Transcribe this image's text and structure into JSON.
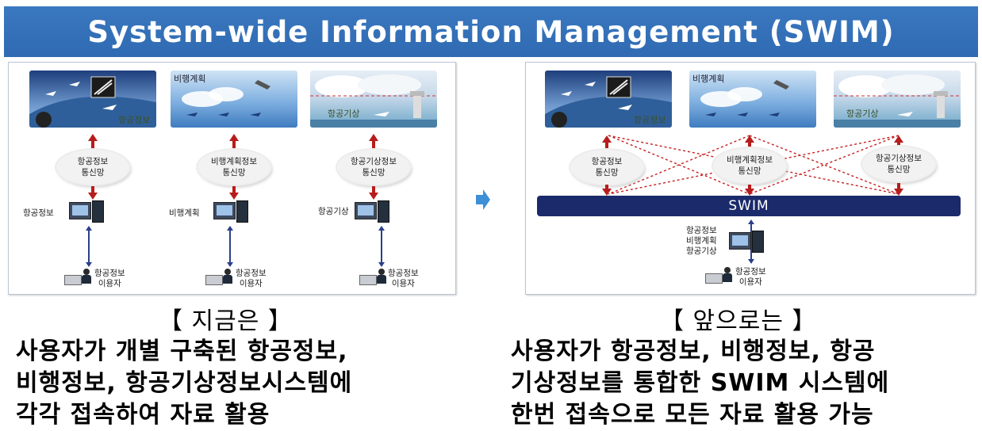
{
  "title": "System-wide Information Management (SWIM)",
  "left_panel": {
    "scenes": [
      {
        "label": "항공정보"
      },
      {
        "label": "비행계획"
      },
      {
        "label": "항공기상"
      }
    ],
    "clouds": [
      {
        "line1": "항공정보",
        "line2": "통신망"
      },
      {
        "line1": "비행계획정보",
        "line2": "통신망"
      },
      {
        "line1": "항공기상정보",
        "line2": "통신망"
      }
    ],
    "systems": [
      "항공정보",
      "비행계획",
      "항공기상"
    ],
    "users": [
      {
        "line1": "항공정보",
        "line2": "이용자"
      },
      {
        "line1": "항공정보",
        "line2": "이용자"
      },
      {
        "line1": "항공정보",
        "line2": "이용자"
      }
    ]
  },
  "right_panel": {
    "scenes": [
      {
        "label": "항공정보"
      },
      {
        "label": "비행계획"
      },
      {
        "label": "항공기상"
      }
    ],
    "clouds": [
      {
        "line1": "항공정보",
        "line2": "통신망"
      },
      {
        "line1": "비행계획정보",
        "line2": "통신망"
      },
      {
        "line1": "항공기상정보",
        "line2": "통신망"
      }
    ],
    "swim_label": "SWIM",
    "system_lines": [
      "항공정보",
      "비행계획",
      "항공기상"
    ],
    "user": {
      "line1": "항공정보",
      "line2": "이용자"
    }
  },
  "left_caption": "【 지금은 】",
  "right_caption": "【 앞으로는 】",
  "left_text": [
    "사용자가 개별 구축된 항공정보,",
    "비행정보, 항공기상정보시스템에",
    "각각 접속하여 자료 활용"
  ],
  "right_text": [
    "사용자가 항공정보, 비행정보, 항공",
    "기상정보를 통합한 SWIM 시스템에",
    "한번 접속으로 모든 자료 활용 가능"
  ],
  "colors": {
    "banner": "#2f6ab2",
    "arrow": "#b71c1c",
    "swim_bar": "#1a2a6b",
    "link": "#2b3f8a"
  }
}
